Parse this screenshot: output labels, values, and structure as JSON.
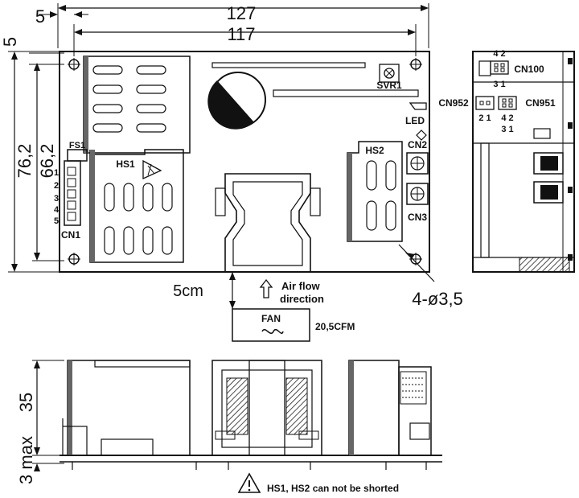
{
  "dimensions": {
    "d127": "127",
    "d117": "117",
    "d5_top": "5",
    "d5_left": "5",
    "d76": "76,2",
    "d66": "66,2",
    "d35": "35",
    "d3max": "3 max",
    "d5cm": "5cm",
    "holes": "4-ø3,5"
  },
  "labels": {
    "svr1": "SVR1",
    "led": "LED",
    "fs1": "FS1",
    "hs1": "HS1",
    "hs2": "HS2",
    "cn1": "CN1",
    "cn2": "CN2",
    "cn3": "CN3",
    "cn100": "CN100",
    "cn951": "CN951",
    "cn952": "CN952",
    "pins_42_top": "4 2",
    "pins_31_top": "3 1",
    "pins_21": "2 1",
    "pins_42": "4 2",
    "pins_31": "3 1",
    "pin1": "1",
    "pin2": "2",
    "pin3": "3",
    "pin4": "4",
    "pin5": "5"
  },
  "airflow": {
    "line1": "Air flow",
    "line2": "direction",
    "fan": "FAN",
    "cfm": "20,5CFM"
  },
  "warning": "HS1, HS2 can not be shorted"
}
